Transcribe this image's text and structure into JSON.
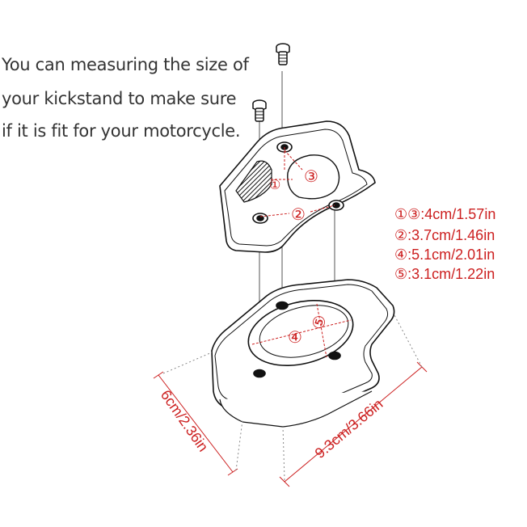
{
  "intro": {
    "line1": "You can measuring the size of",
    "line2": "your kickstand to make sure",
    "line3": "if it is fit for your motorcycle."
  },
  "callouts": {
    "c1": "①",
    "c2": "②",
    "c3": "③",
    "c4": "④",
    "c5": "⑤"
  },
  "specs": [
    "①③:4cm/1.57in",
    "②:3.7cm/1.46in",
    "④:5.1cm/2.01in",
    "⑤:3.1cm/1.22in"
  ],
  "dimensions": {
    "width_label": "6cm/2.36in",
    "length_label": "9.3cm/3.66in"
  },
  "colors": {
    "accent": "#cc1f1f",
    "line": "#1a1a1a",
    "text": "#333333"
  }
}
